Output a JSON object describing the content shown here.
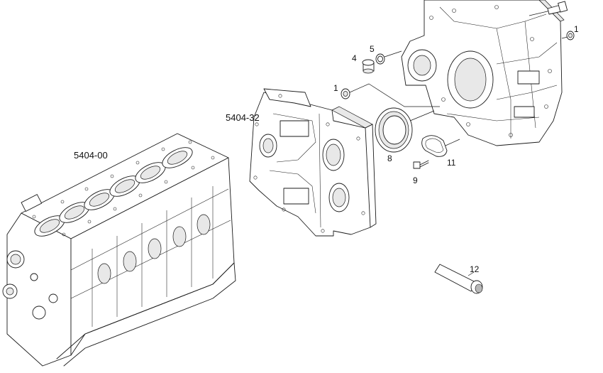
{
  "labels": {
    "engine_block": "5404-00",
    "timing_plate": "5404-32",
    "plug_1_lower": "1",
    "plug_1_upper": "1",
    "plug_4": "4",
    "seal_5": "5",
    "oil_seal_8": "8",
    "bolt_9": "9",
    "cover_11": "11",
    "sealant_12": "12"
  }
}
